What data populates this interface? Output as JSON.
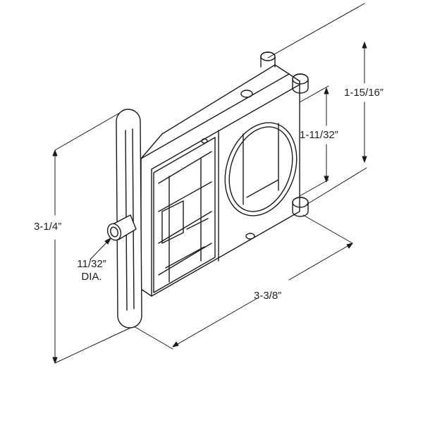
{
  "dimensions": {
    "overall_height": "3-1/4”",
    "overall_width": "3-3/8”",
    "depth": "1-15/16”",
    "hole_size": "1-11/32”",
    "pin_diameter": "11/32”",
    "pin_diameter_suffix": "DIA."
  },
  "colors": {
    "line": "#1a1a1a",
    "background": "#ffffff"
  }
}
